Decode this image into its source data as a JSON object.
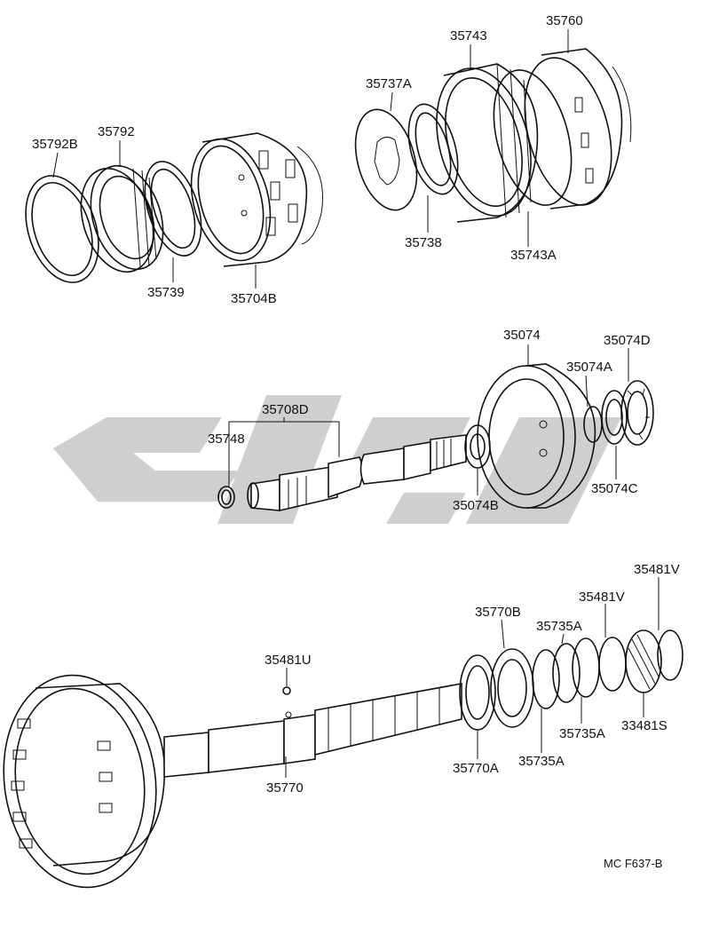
{
  "labels": {
    "p35792B": "35792B",
    "p35792": "35792",
    "p35739": "35739",
    "p35704B": "35704B",
    "p35737A": "35737A",
    "p35743": "35743",
    "p35760": "35760",
    "p35738": "35738",
    "p35743A": "35743A",
    "p35074": "35074",
    "p35074D": "35074D",
    "p35074A": "35074A",
    "p35708D": "35708D",
    "p35748": "35748",
    "p35074B": "35074B",
    "p35074C": "35074C",
    "p35481V_a": "35481V",
    "p35481V_b": "35481V",
    "p35770B": "35770B",
    "p35735A_a": "35735A",
    "p35481U": "35481U",
    "p35735A_b": "35735A",
    "p33481S": "33481S",
    "p35770A": "35770A",
    "p35735A_c": "35735A",
    "p35770": "35770"
  },
  "diagram_code": "MC F637-B",
  "colors": {
    "ink": "#111111",
    "watermark": "#cfcfcf",
    "background": "#ffffff"
  }
}
